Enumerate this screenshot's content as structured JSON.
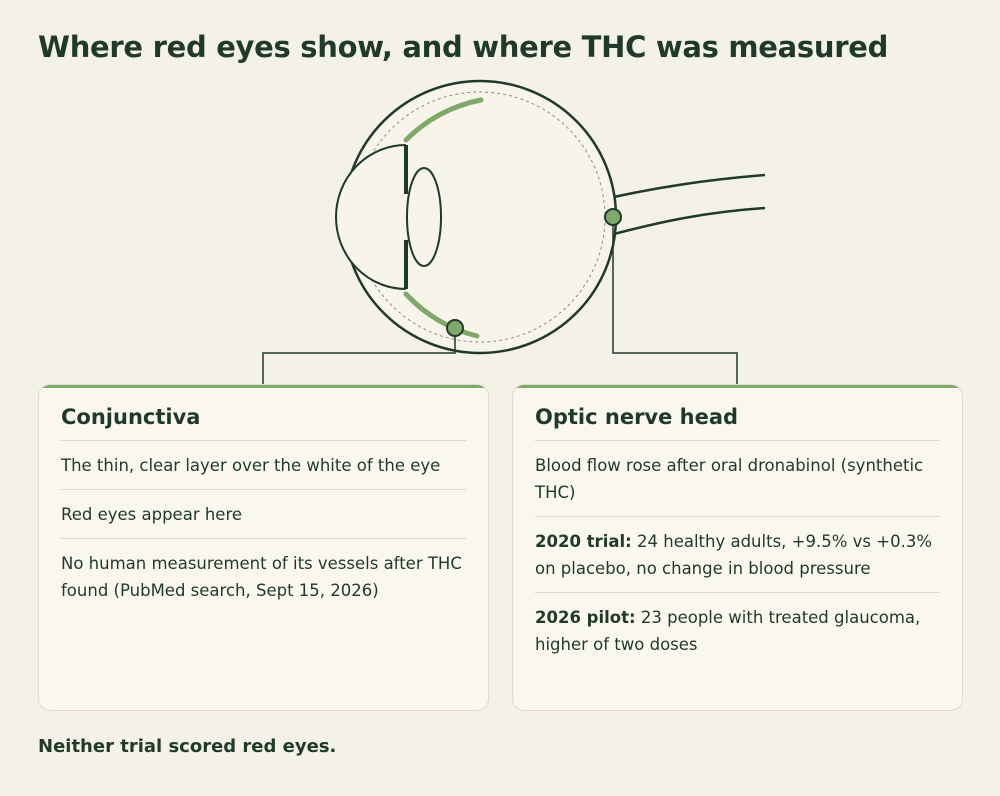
{
  "title": "Where red eyes show, and where THC was measured",
  "colors": {
    "accent": "#7fa86a",
    "ink": "#1f3a2b",
    "background": "#f4f1e6",
    "card": "#f9f7ee"
  },
  "left_card": {
    "title": "Conjunctiva",
    "items": [
      {
        "text": "The thin, clear layer over the white of the eye"
      },
      {
        "text": "Red eyes appear here"
      },
      {
        "text": "No human measurement of its vessels after THC found (PubMed search, Sept 15, 2026)"
      }
    ]
  },
  "right_card": {
    "title": "Optic nerve head",
    "items": [
      {
        "lead": "",
        "text": "Blood flow rose after oral dronabinol (synthetic THC)"
      },
      {
        "lead": "2020 trial:",
        "text": " 24 healthy adults, +9.5% vs +0.3% on placebo, no change in blood pressure"
      },
      {
        "lead": "2026 pilot:",
        "text": " 23 people with treated glaucoma, higher of two doses"
      }
    ]
  },
  "footer": "Neither trial scored red eyes."
}
